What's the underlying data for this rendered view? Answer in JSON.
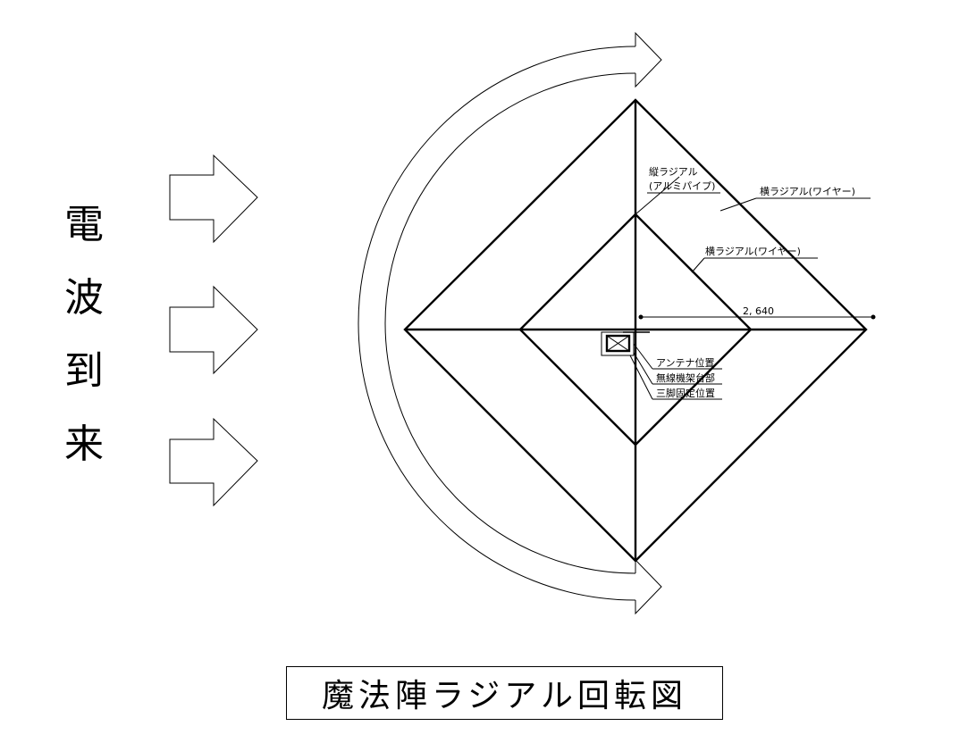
{
  "side_label": [
    "電",
    "波",
    "到",
    "来"
  ],
  "labels": {
    "vertical_radial_line1": "縦ラジアル",
    "vertical_radial_line2": "(アルミパイプ)",
    "horizontal_radial_outer": "横ラジアル(ワイヤー)",
    "horizontal_radial_inner": "横ラジアル(ワイヤー)",
    "dimension": "2, 640",
    "antenna_position": "アンテナ位置",
    "radio_rack": "無線機架台部",
    "tripod_fixed": "三脚固定位置"
  },
  "title": "魔法陣ラジアル回転図"
}
